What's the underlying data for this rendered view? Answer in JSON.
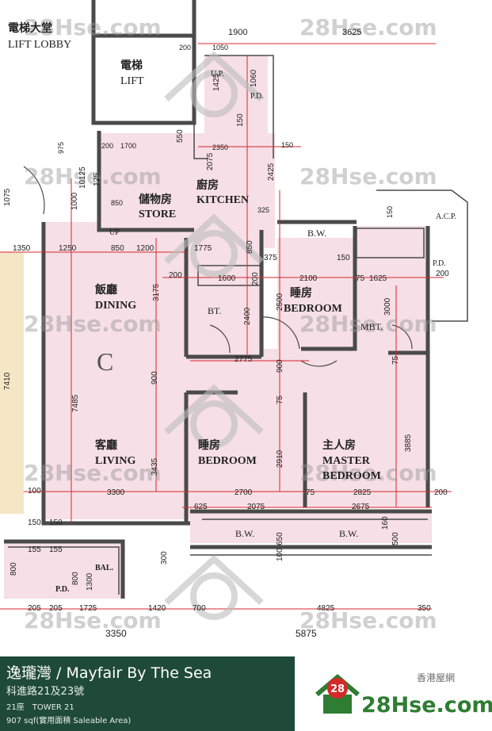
{
  "plan": {
    "rooms": {
      "lift_lobby_zh": "電梯大堂",
      "lift_lobby_en": "LIFT LOBBY",
      "lift_zh": "電梯",
      "lift_en": "LIFT",
      "up_top": "U.P.",
      "pd_top": "P.D.",
      "kitchen_zh": "廚房",
      "kitchen_en": "KITCHEN",
      "store_zh": "儲物房",
      "store_en": "STORE",
      "up_mid": "UP",
      "acp": "A.C.P.",
      "bw_top": "B.W.",
      "pd_right": "P.D.",
      "dining_zh": "飯廳",
      "dining_en": "DINING",
      "bt": "BT.",
      "bedroom1_zh": "睡房",
      "bedroom1_en": "BEDROOM",
      "mbt": "MBT.",
      "unit": "C",
      "living_zh": "客廳",
      "living_en": "LIVING",
      "bedroom2_zh": "睡房",
      "bedroom2_en": "BEDROOM",
      "master_zh": "主人房",
      "master_en1": "MASTER",
      "master_en2": "BEDROOM",
      "bw_bottom_left": "B.W.",
      "bw_bottom_right": "B.W.",
      "bal": "BAL.",
      "pd_bottom": "P.D."
    },
    "dims": {
      "d1900": "1900",
      "d3625": "3625",
      "d200a": "200",
      "d1050": "1050",
      "d1425": "1425",
      "d1060": "1060",
      "d150a": "150",
      "d975": "975",
      "d200b": "200",
      "d1700": "1700",
      "d550": "550",
      "d2350": "2350",
      "d150b": "150",
      "d125": "125",
      "d1000": "1000",
      "d10125": "10125",
      "d2075a": "2075",
      "d2425": "2425",
      "d850a": "850",
      "d325": "325",
      "d150c": "150",
      "d850b": "850",
      "d1350": "1350",
      "d1250": "1250",
      "d850c": "850",
      "d1200": "1200",
      "d1775": "1775",
      "d375": "375",
      "d150d": "150",
      "d200c": "200",
      "d3175": "3175",
      "d200d": "200",
      "d1600": "1600",
      "d2100": "2100",
      "d75a": "75",
      "d1625": "1625",
      "d200e": "200",
      "d2500": "2500",
      "d3000": "3000",
      "d2400": "2400",
      "d7485": "7485",
      "d900a": "900",
      "d900b": "900",
      "d2775": "2775",
      "d75b": "75",
      "d75c": "75",
      "d3885": "3885",
      "d3435": "3435",
      "d2910": "2910",
      "d100a": "100",
      "d3300": "3300",
      "d2700": "2700",
      "d75d": "75",
      "d2825": "2825",
      "d200f": "200",
      "d625": "625",
      "d2075b": "2075",
      "d2675": "2675",
      "d150e": "150",
      "d150f": "150",
      "d155a": "155",
      "d155b": "155",
      "d650": "650",
      "d160": "160",
      "d500": "500",
      "d300": "300",
      "d100b": "100",
      "d205a": "205",
      "d205b": "205",
      "d1725": "1725",
      "d1420": "1420",
      "d700": "700",
      "d4825": "4825",
      "d350": "350",
      "d3350": "3350",
      "d5875": "5875",
      "d7410": "7410",
      "d1075": "1075",
      "d800": "800",
      "d800b": "800",
      "d1300": "1300"
    },
    "watermark": "28Hse.com",
    "colors": {
      "room_fill": "#f6dfe6",
      "wall": "#4a4a4a",
      "dim_line": "#d9262c",
      "side_panel": "#f5e6c6",
      "watermark": "#9a9a9a",
      "footer_bg": "#1f4a3a",
      "logo_green": "#2e7d32",
      "logo_red": "#d62828"
    }
  },
  "footer": {
    "title": "逸瓏灣 / Mayfair By The Sea",
    "address": "科進路21及23號",
    "tower": "21座　TOWER 21",
    "area": "907 sqf(實用面積 Saleable Area)",
    "brand_zh": "香港屋網",
    "brand_badge": "28",
    "brand_name": "28Hse.com"
  }
}
